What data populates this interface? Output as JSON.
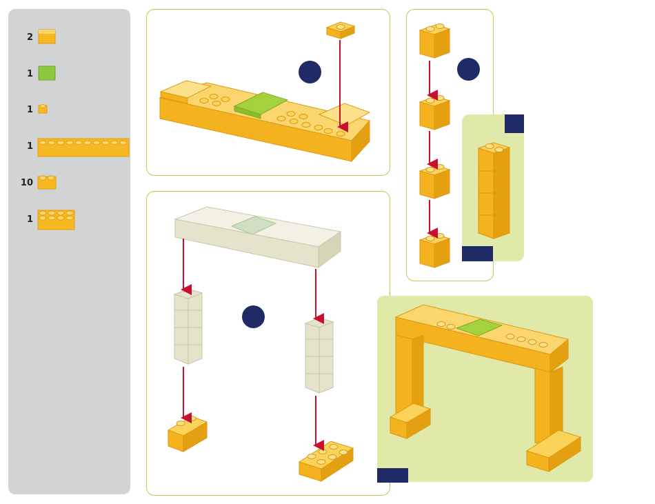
{
  "parts": [
    {
      "qty": "2",
      "icon": "yellow-tile-2x2-icon"
    },
    {
      "qty": "1",
      "icon": "green-tile-2x2-icon"
    },
    {
      "qty": "1",
      "icon": "yellow-brick-1x1-icon"
    },
    {
      "qty": "1",
      "icon": "yellow-plate-1x10-icon"
    },
    {
      "qty": "10",
      "icon": "yellow-brick-1x2-icon"
    },
    {
      "qty": "1",
      "icon": "yellow-plate-2x4-icon"
    }
  ],
  "colors": {
    "panel": "#d1d3d4",
    "frame": "#b5cf4f",
    "yellow": "#f7b922",
    "yellow_top": "#fdd56a",
    "green": "#a4d23d",
    "highlight": "#e0e9a8",
    "navy": "#1f2a66",
    "arrow": "#c8102e",
    "ghost": "#efeee0"
  }
}
